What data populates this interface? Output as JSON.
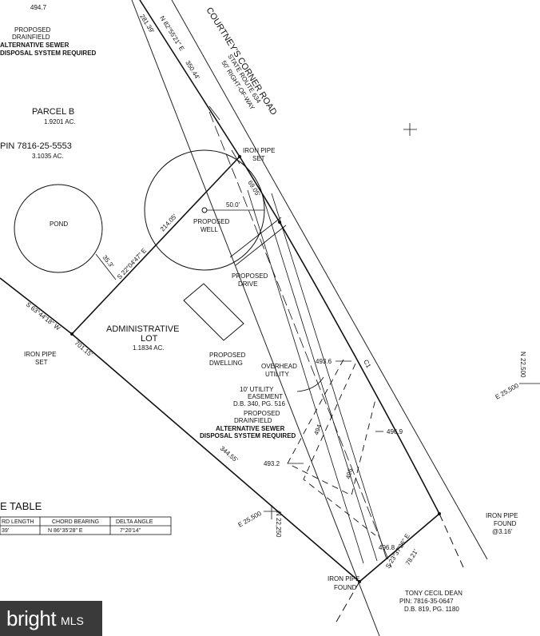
{
  "road": {
    "name": "COURTNEY'S CORNER ROAD",
    "route": "STATE ROUTE 634",
    "row": "50' RIGHT-OF-WAY"
  },
  "parcel_b": {
    "title": "PARCEL B",
    "area": "1.9201 AC.",
    "pin": "PIN 7816-25-5553",
    "pin_area": "3.1035 AC."
  },
  "top_left": {
    "elevation": "494.7",
    "drainfield": "PROPOSED",
    "drainfield2": "DRAINFIELD",
    "sewer1": "ALTERNATIVE SEWER",
    "sewer2": "DISPOSAL SYSTEM REQUIRED"
  },
  "pond": "POND",
  "well": {
    "line1": "PROPOSED",
    "line2": "WELL",
    "radius": "50.0'"
  },
  "drive": {
    "line1": "PROPOSED",
    "line2": "DRIVE"
  },
  "dwelling": {
    "line1": "PROPOSED",
    "line2": "DWELLING"
  },
  "admin_lot": {
    "line1": "ADMINISTRATIVE",
    "line2": "LOT",
    "area": "1.1834 AC."
  },
  "iron_pipes": {
    "top_set": [
      "IRON PIPE",
      "SET"
    ],
    "left_set": [
      "IRON PIPE",
      "SET"
    ],
    "bottom_found": [
      "IRON PIPE",
      "FOUND"
    ],
    "right_found": [
      "IRON PIPE",
      "FOUND",
      "@3.16'"
    ]
  },
  "utility": {
    "overhead1": "OVERHEAD",
    "overhead2": "UTILITY",
    "easement1": "10' UTILITY",
    "easement2": "EASEMENT",
    "easement3": "D.B. 340, PG. 516"
  },
  "drainfield_lower": {
    "line1": "PROPOSED",
    "line2": "DRAINFIELD",
    "sewer1": "ALTERNATIVE SEWER",
    "sewer2": "DISPOSAL SYSTEM REQUIRED"
  },
  "elevations": {
    "e1": "493.6",
    "e2": "496.9",
    "e3": "493.2",
    "e4": "494",
    "e5": "496",
    "e6": "496.8"
  },
  "curve_label": "C1",
  "bearings": {
    "north_top": "N 82°55'21\" E",
    "dist_281": "281.39'",
    "dist_350": "350.44'",
    "dist_69": "69.05'",
    "well_line": "S 22°04'47\" E",
    "dist_214": "214.05'",
    "dist_35": "35.3'",
    "west_line": "S 63°44'18\" W",
    "dist_701": "701.15'",
    "dist_344": "344.55'",
    "south_line": "S 23°37'26\" E",
    "dist_78": "78.21'"
  },
  "grid": {
    "n_right": "N 22,500",
    "e_right": "E 25,500",
    "e_bottom": "E 25,500",
    "n_bottom": "N 22,250"
  },
  "neighbor": {
    "name": "TONY CECIL DEAN",
    "pin": "PIN: 7816-35-0647",
    "db": "D.B. 819, PG. 1180"
  },
  "curve_table": {
    "title": "E TABLE",
    "headers": [
      "RD LENGTH",
      "CHORD BEARING",
      "DELTA ANGLE"
    ],
    "row": [
      "39'",
      "N 86°35'28\" E",
      "7°20'14\""
    ]
  },
  "watermark": {
    "main": "bright",
    "sub": "MLS"
  }
}
